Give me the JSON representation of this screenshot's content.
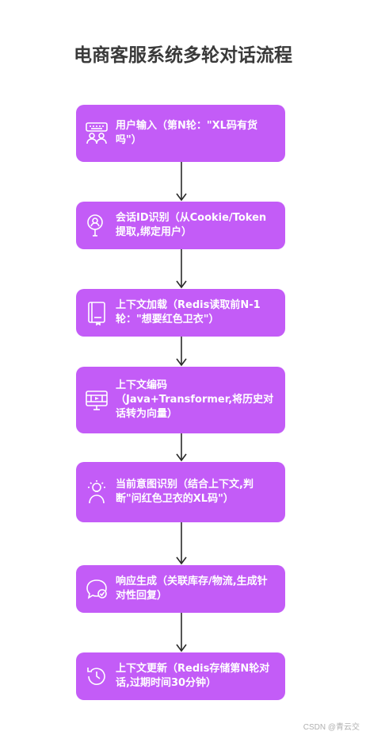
{
  "title": "电商客服系统多轮对话流程",
  "steps": [
    {
      "label": "用户输入（第N轮：\"XL码有货吗\"）",
      "icon": "keyboard-users-icon"
    },
    {
      "label": "会话ID识别（从Cookie/Token提取,绑定用户）",
      "icon": "id-search-icon"
    },
    {
      "label": "上下文加载（Redis读取前N-1轮：\"想要红色卫衣\"）",
      "icon": "notebook-icon"
    },
    {
      "label": "上下文编码（Java+Transformer,将历史对话转为向量）",
      "icon": "monitor-film-icon"
    },
    {
      "label": "当前意图识别（结合上下文,判断\"问红色卫衣的XL码\"）",
      "icon": "lightbulb-person-icon"
    },
    {
      "label": "响应生成（关联库存/物流,生成针对性回复）",
      "icon": "chat-check-icon"
    },
    {
      "label": "上下文更新（Redis存储第N轮对话,过期时间30分钟）",
      "icon": "history-clock-icon"
    }
  ],
  "watermark": "CSDN @青云交",
  "colors": {
    "node": "#c35cf7",
    "title": "#3a3a3a",
    "arrow": "#2b2b2b"
  }
}
